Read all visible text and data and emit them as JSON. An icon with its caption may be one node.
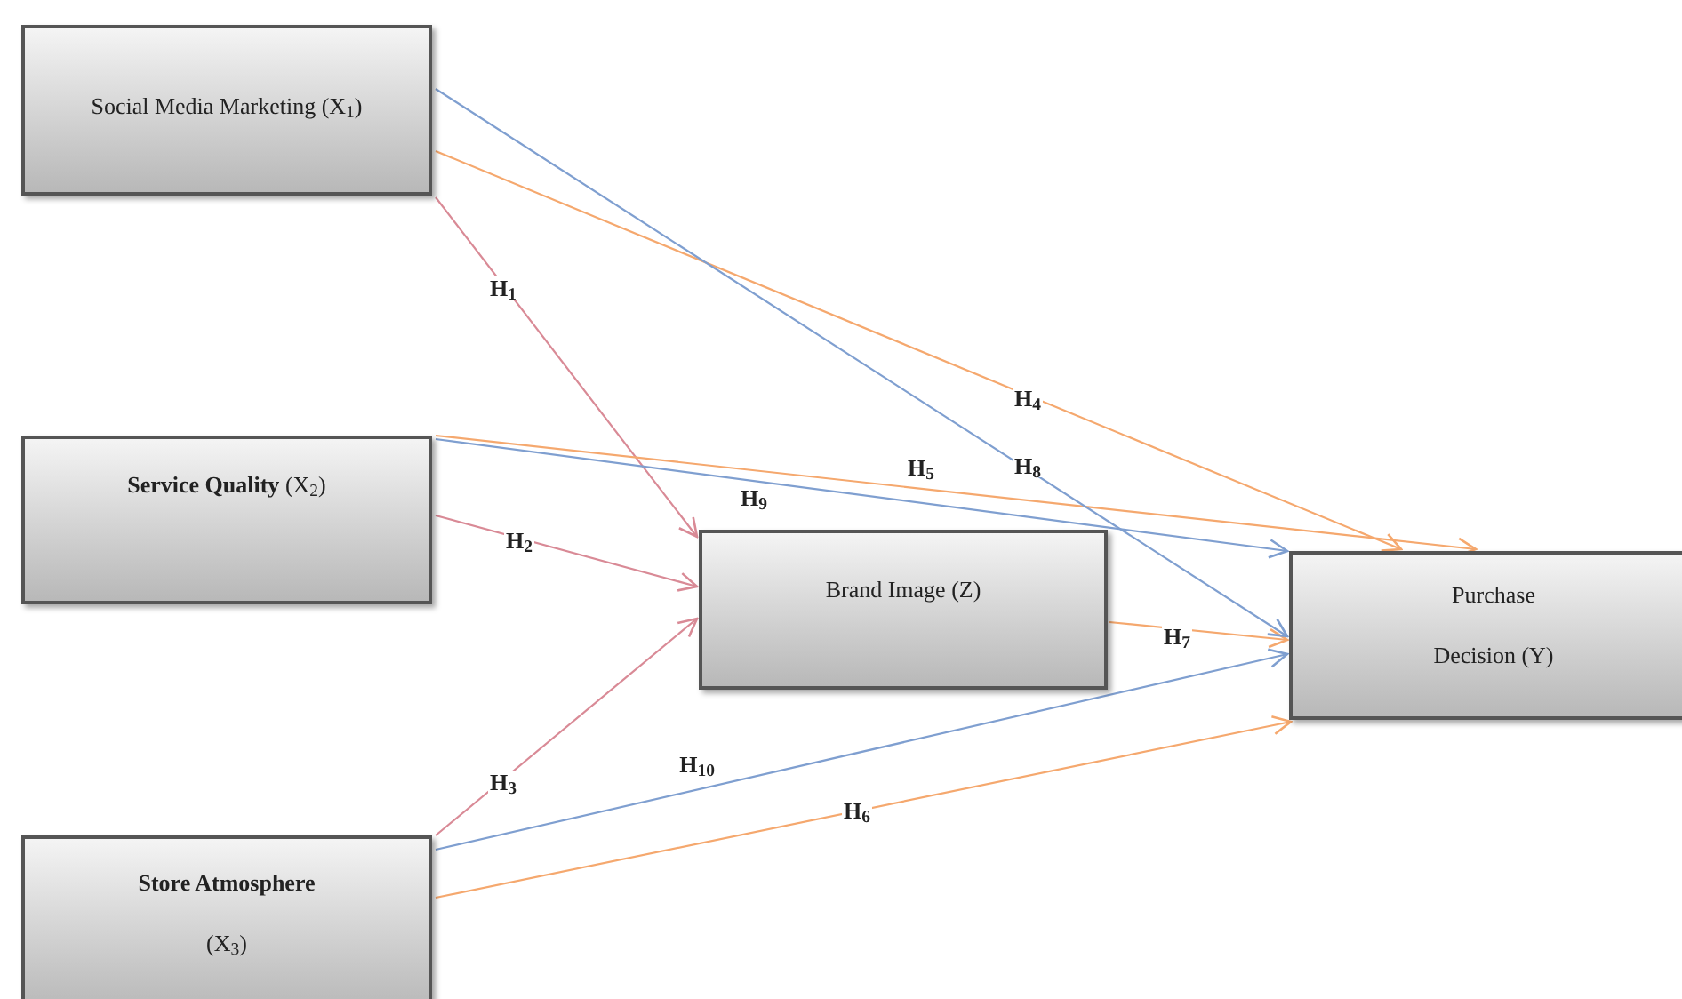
{
  "diagram": {
    "nodes": [
      {
        "text": [
          "Social Media Marketing (X$_{1}$)"
        ]
      },
      {
        "text": [
          "**Service Quality** (X$_{2}$)"
        ]
      },
      {
        "text": [
          "Brand Image (Z)"
        ]
      },
      {
        "text": [
          "Purchase Decision (Y)"
        ]
      },
      {
        "text": [
          "**Store Atmosphere** (X$_{3}$)"
        ]
      }
    ],
    "edges": [
      {
        "from": 0,
        "to": 2,
        "arrow": "to",
        "label": "H$_{1}$",
        "color": "#d98a96"
      },
      {
        "from": 1,
        "to": 2,
        "arrow": "to",
        "label": "H$_{2}$",
        "color": "#d98a96"
      },
      {
        "from": 4,
        "to": 2,
        "arrow": "to",
        "label": "H$_{3}$",
        "color": "#d98a96"
      },
      {
        "from": 0,
        "to": 3,
        "arrow": "to",
        "label": "H$_{4}$"
      },
      {
        "from": 1,
        "to": 3,
        "arrow": "to",
        "label": "H$_{5}$"
      },
      {
        "from": 4,
        "to": 3,
        "arrow": "to",
        "label": "H$_{6}$"
      },
      {
        "from": 2,
        "to": 3,
        "arrow": "to",
        "label": "H$_{7}$"
      },
      {
        "from": 0,
        "to": 3,
        "arrow": "to",
        "label": "H$_{8}$",
        "color": "#7f9fd0"
      },
      {
        "from": 1,
        "to": 3,
        "arrow": "to",
        "label": "H$_{9}$",
        "color": "#7f9fd0"
      },
      {
        "from": 4,
        "to": 3,
        "arrow": "to",
        "label": "H$_{10}$",
        "color": "#7f9fd0"
      }
    ]
  }
}
